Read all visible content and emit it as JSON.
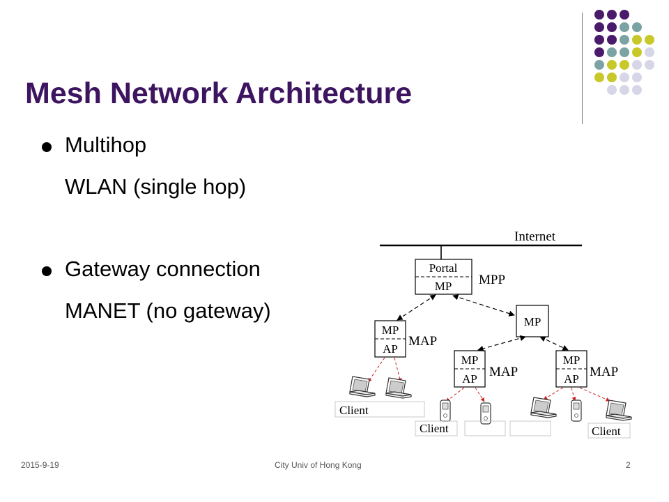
{
  "slide": {
    "title": "Mesh Network Architecture",
    "bullets": [
      {
        "text": "Multihop",
        "bullet": true
      },
      {
        "text": "WLAN (single hop)",
        "bullet": false
      },
      {
        "text": "Gateway connection",
        "bullet": true
      },
      {
        "text": "MANET (no gateway)",
        "bullet": false
      }
    ]
  },
  "diagram": {
    "internet": "Internet",
    "portal": "Portal",
    "mp": "MP",
    "ap": "AP",
    "mpp": "MPP",
    "map": "MAP",
    "client": "Client"
  },
  "footer": {
    "date": "2015-9-19",
    "org": "City Univ of Hong Kong",
    "page": "2"
  },
  "colors": {
    "title": "#3d1460",
    "purple": "#4a1a6b",
    "teal": "#7ba3a3",
    "yellow": "#c8c82a",
    "lavender": "#d6d6e8"
  }
}
